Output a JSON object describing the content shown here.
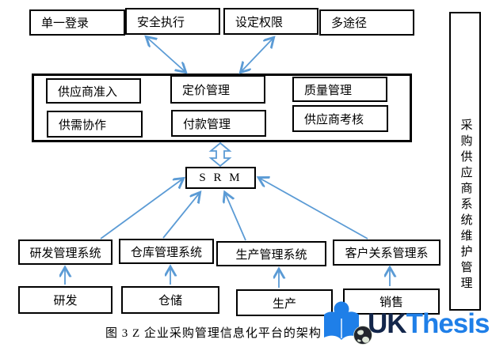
{
  "colors": {
    "arrow": "#5B9BD5",
    "border": "#000000",
    "logo_navy": "#13264B",
    "logo_blue": "#1F7FE8"
  },
  "top_row": [
    "单一登录",
    "安全执行",
    "设定权限",
    "多途径"
  ],
  "platform": {
    "modules": [
      "供应商准入",
      "供需协作",
      "定价管理",
      "付款管理",
      "质量管理",
      "供应商考核"
    ]
  },
  "srm_label": "S R M",
  "systems": [
    "研发管理系统",
    "仓库管理系统",
    "生产管理系统",
    "客户关系管理系"
  ],
  "departments": [
    "研发",
    "仓储",
    "生产",
    "销售"
  ],
  "side_panel_text": "采购供应商系统维护管理",
  "caption": "图 3 Z 企业采购管理信息化平台的架构",
  "logo": {
    "uk": "UK",
    "thesis": "Thesis"
  }
}
